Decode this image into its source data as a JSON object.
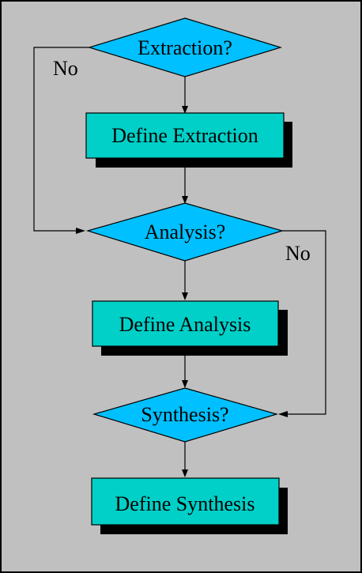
{
  "flowchart": {
    "nodes": {
      "extraction_decision": "Extraction?",
      "define_extraction": "Define Extraction",
      "analysis_decision": "Analysis?",
      "define_analysis": "Define Analysis",
      "synthesis_decision": "Synthesis?",
      "define_synthesis": "Define Synthesis"
    },
    "edge_labels": {
      "extraction_no": "No",
      "analysis_no": "No"
    }
  },
  "colors": {
    "background": "#c0c0c0",
    "decision_fill": "#00c0ff",
    "process_fill": "#00d0c8",
    "shadow": "#000000",
    "line": "#000000"
  }
}
